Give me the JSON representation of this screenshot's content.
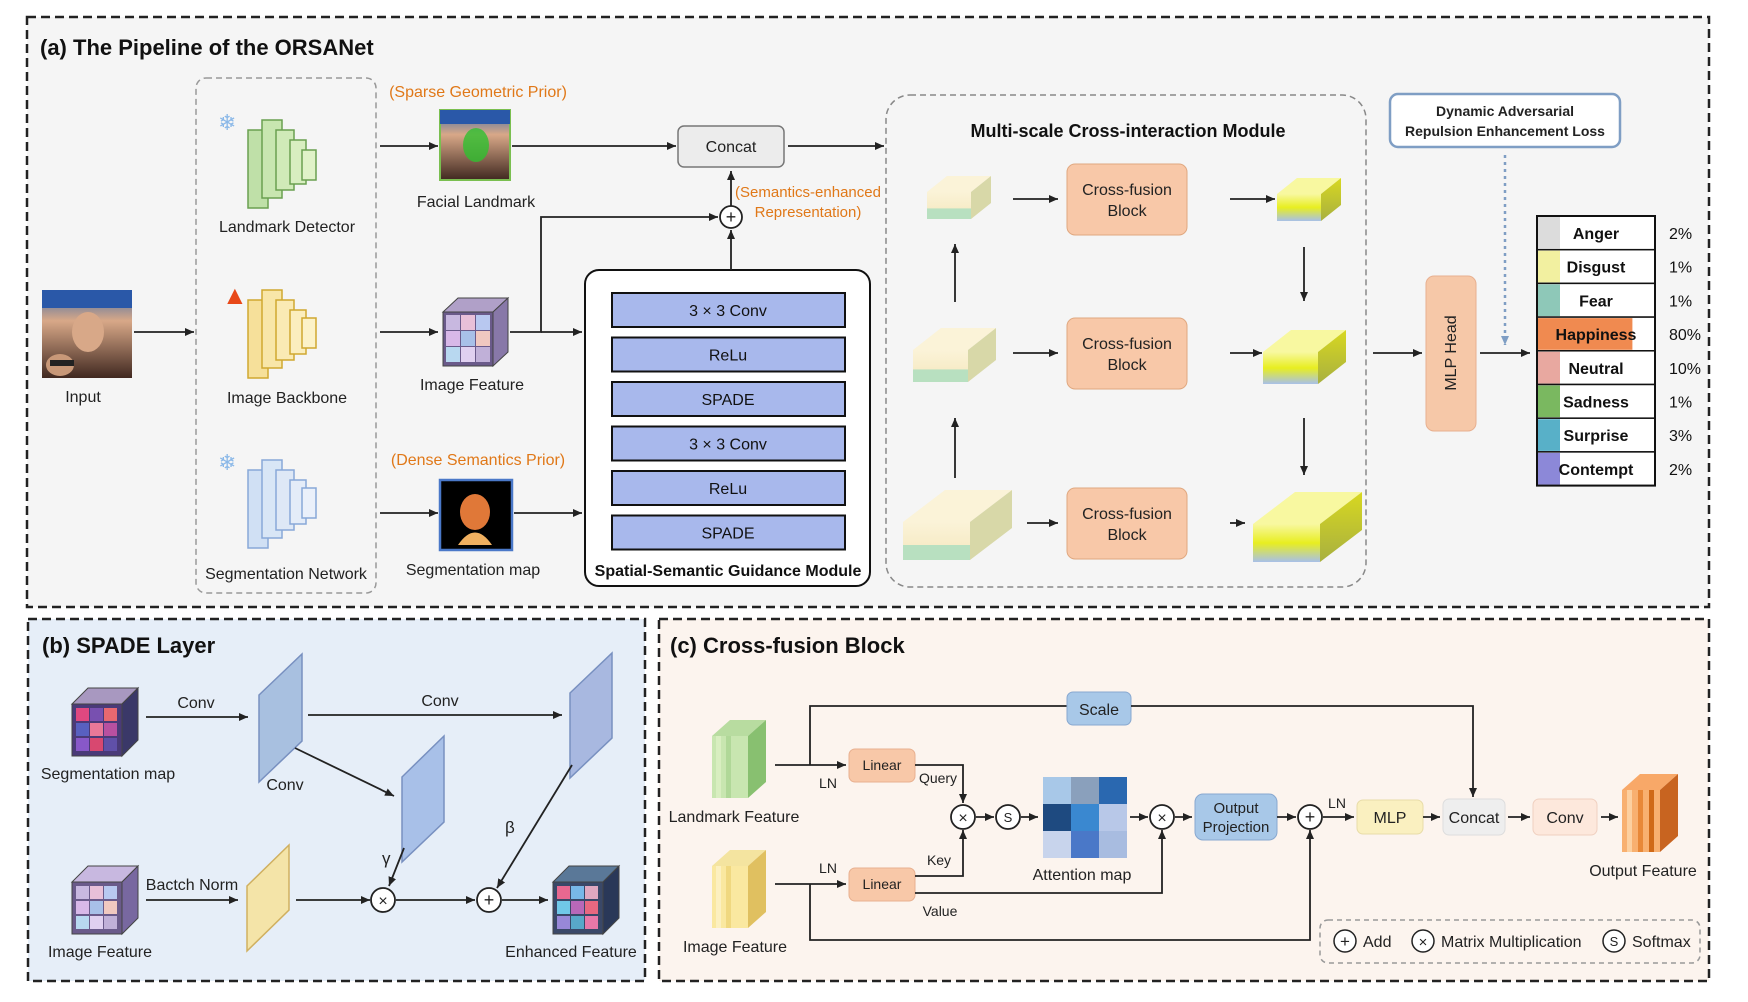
{
  "panel_a": {
    "title": "(a) The Pipeline of the ORSANet",
    "input_label": "Input",
    "landmark_detector": "Landmark Detector",
    "image_backbone": "Image Backbone",
    "segmentation_network": "Segmentation Network",
    "sparse_prior": "(Sparse Geometric Prior)",
    "facial_landmark": "Facial Landmark",
    "image_feature": "Image Feature",
    "dense_prior": "(Dense Semantics Prior)",
    "segmentation_map": "Segmentation map",
    "concat": "Concat",
    "sem_rep_1": "(Semantics-enhanced",
    "sem_rep_2": "Representation)",
    "ssgm_layers": [
      "3 × 3 Conv",
      "ReLu",
      "SPADE",
      "3 × 3 Conv",
      "ReLu",
      "SPADE"
    ],
    "ssgm_title": "Spatial-Semantic Guidance Module",
    "mscim_title": "Multi-scale Cross-interaction Module",
    "cfb_line1": "Cross-fusion",
    "cfb_line2": "Block",
    "loss_line1": "Dynamic Adversarial",
    "loss_line2": "Repulsion Enhancement Loss",
    "mlp_head": "MLP Head",
    "emotions": [
      {
        "name": "Anger",
        "pct": "2%",
        "value": 0.02,
        "color": "#dcdcdc"
      },
      {
        "name": "Disgust",
        "pct": "1%",
        "value": 0.01,
        "color": "#f2f0a0"
      },
      {
        "name": "Fear",
        "pct": "1%",
        "value": 0.01,
        "color": "#8ec8b8"
      },
      {
        "name": "Happiness",
        "pct": "80%",
        "value": 0.8,
        "color": "#f08a50"
      },
      {
        "name": "Neutral",
        "pct": "10%",
        "value": 0.1,
        "color": "#e8a8a0"
      },
      {
        "name": "Sadness",
        "pct": "1%",
        "value": 0.01,
        "color": "#7ab860"
      },
      {
        "name": "Surprise",
        "pct": "3%",
        "value": 0.03,
        "color": "#58b0c8"
      },
      {
        "name": "Contempt",
        "pct": "2%",
        "value": 0.02,
        "color": "#8c88d8"
      }
    ]
  },
  "panel_b": {
    "title": "(b)  SPADE Layer",
    "segmentation_map": "Segmentation map",
    "conv_1": "Conv",
    "conv_2": "Conv",
    "conv_3": "Conv",
    "gamma": "γ",
    "beta": "β",
    "batch_norm": "Bactch Norm",
    "image_feature": "Image Feature",
    "enhanced_feature": "Enhanced Feature"
  },
  "panel_c": {
    "title": "(c)  Cross-fusion Block",
    "scale": "Scale",
    "linear_1": "Linear",
    "linear_2": "Linear",
    "ln_1": "LN",
    "ln_2": "LN",
    "ln_3": "LN",
    "query": "Query",
    "key": "Key",
    "value": "Value",
    "attention_map": "Attention map",
    "output_projection_1": "Output",
    "output_projection_2": "Projection",
    "mlp": "MLP",
    "concat": "Concat",
    "conv": "Conv",
    "landmark_feature": "Landmark Feature",
    "image_feature": "Image Feature",
    "output_feature": "Output Feature",
    "legend_add": "Add",
    "legend_matmul": "Matrix Multiplication",
    "legend_softmax": "Softmax",
    "softmax_symbol": "S"
  }
}
